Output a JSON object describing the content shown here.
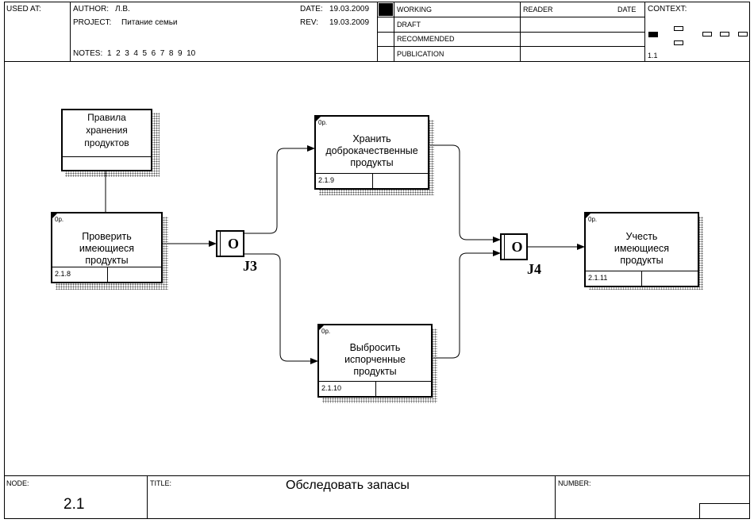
{
  "header": {
    "used_at_label": "USED AT:",
    "author_label": "AUTHOR:",
    "author_value": "Л.В.",
    "project_label": "PROJECT:",
    "project_value": "Питание семьи",
    "date_label": "DATE:",
    "date_value": "19.03.2009",
    "rev_label": "REV:",
    "rev_value": "19.03.2009",
    "notes_label": "NOTES:",
    "notes_value": "1  2  3  4  5  6  7  8  9  10",
    "status_working": "WORKING",
    "status_draft": "DRAFT",
    "status_recommended": "RECOMMENDED",
    "status_publication": "PUBLICATION",
    "reader_label": "READER",
    "reader_date_label": "DATE",
    "context_label": "CONTEXT:",
    "context_node": "1.1"
  },
  "diagram": {
    "mechanism": {
      "label": "Правила\nхранения\nпродуктов"
    },
    "activities": [
      {
        "label": "Проверить\nимеющиеся\nпродукты",
        "cost": "0р.",
        "node": "2.1.8"
      },
      {
        "label": "Хранить\nдоброкачественные\nпродукты",
        "cost": "0р.",
        "node": "2.1.9"
      },
      {
        "label": "Выбросить\nиспорченные\nпродукты",
        "cost": "0р.",
        "node": "2.1.10"
      },
      {
        "label": "Учесть\nимеющиеся\nпродукты",
        "cost": "0р.",
        "node": "2.1.11"
      }
    ],
    "junctions": [
      {
        "symbol": "O",
        "label": "J3"
      },
      {
        "symbol": "O",
        "label": "J4"
      }
    ]
  },
  "footer": {
    "node_label": "NODE:",
    "node_value": "2.1",
    "title_label": "TITLE:",
    "title_value": "Обследовать запасы",
    "number_label": "NUMBER:"
  }
}
